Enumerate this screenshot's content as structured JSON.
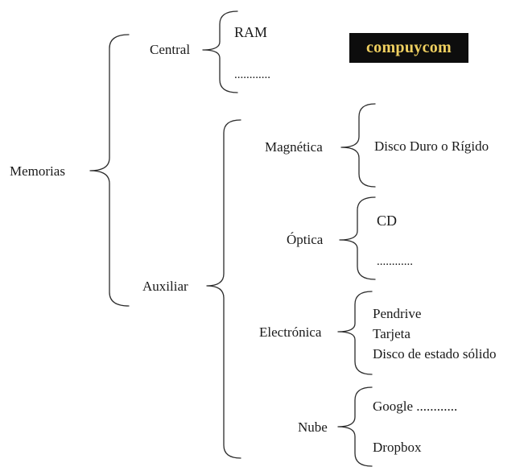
{
  "logo": {
    "text": "compuycom",
    "background": "#0d0d0d",
    "color": "#f0d060"
  },
  "root": {
    "label": "Memorias"
  },
  "central": {
    "label": "Central",
    "items": [
      "RAM",
      "............"
    ]
  },
  "auxiliar": {
    "label": "Auxiliar",
    "groups": [
      {
        "label": "Magnética",
        "items": [
          "Disco Duro o Rígido"
        ]
      },
      {
        "label": "Óptica",
        "items": [
          "CD",
          "............"
        ]
      },
      {
        "label": "Electrónica",
        "items": [
          "Pendrive",
          "Tarjeta",
          "Disco de estado sólido"
        ]
      },
      {
        "label": "Nube",
        "items": [
          "Google ............",
          "Dropbox"
        ]
      }
    ]
  }
}
